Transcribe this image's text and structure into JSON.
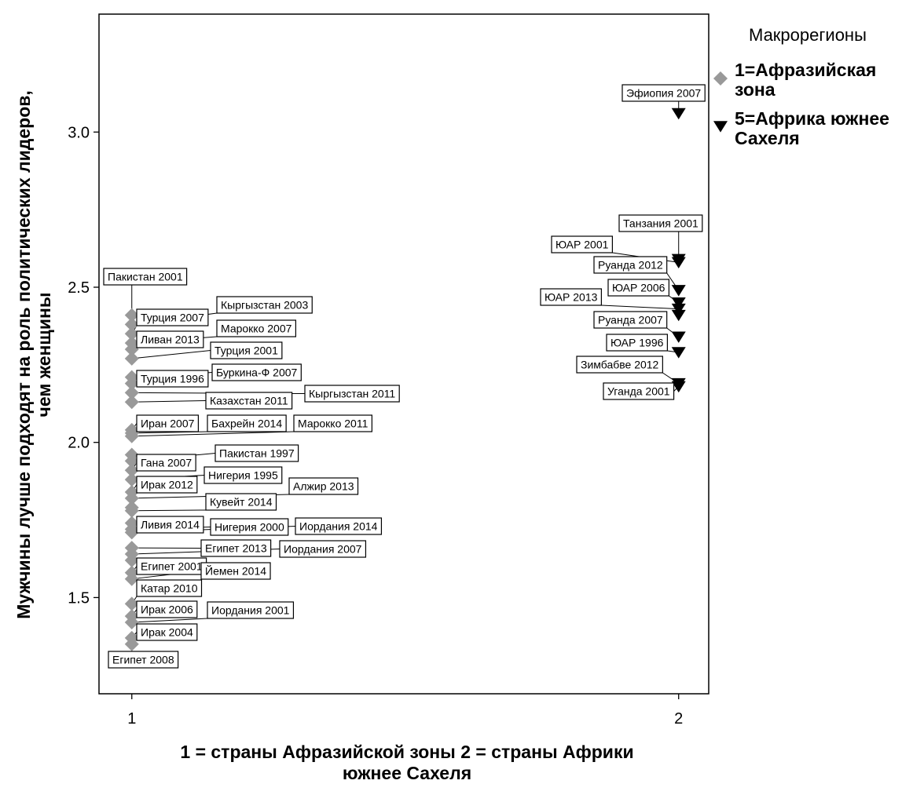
{
  "chart_data": {
    "type": "scatter",
    "xlabel": [
      "1 = страны Афразийской зоны   2 = страны Африки",
      "южнее Сахеля"
    ],
    "ylabel": [
      "Мужчины лучше подходят на роль политических лидеров,",
      "чем женщины"
    ],
    "x_ticks": [
      1,
      2
    ],
    "y_ticks": [
      "1.5",
      "2.0",
      "2.5",
      "3.0"
    ],
    "xlim": [
      0.94,
      2.055
    ],
    "ylim": [
      1.19,
      3.38
    ],
    "grid": false,
    "legend": {
      "title": "Макрорегионы",
      "placement": "right",
      "entries": [
        {
          "label": [
            "1=Афразийская",
            "зона"
          ],
          "marker": "diamond",
          "color": "#999999"
        },
        {
          "label": [
            "5=Африка южнее",
            "Сахеля"
          ],
          "marker": "triangle-down",
          "color": "#000000"
        }
      ]
    },
    "series": [
      {
        "name": "1=Афразийская зона",
        "marker": "diamond",
        "color": "#999999",
        "points": [
          {
            "x": 1,
            "y": 2.41,
            "label": "Пакистан 2001"
          },
          {
            "x": 1,
            "y": 2.38,
            "label": "Кыргызстан 2003"
          },
          {
            "x": 1,
            "y": 2.35,
            "label": "Турция 2007"
          },
          {
            "x": 1,
            "y": 2.32,
            "label": "Марокко 2007"
          },
          {
            "x": 1,
            "y": 2.3,
            "label": "Ливан 2013"
          },
          {
            "x": 1,
            "y": 2.27,
            "label": "Турция 2001"
          },
          {
            "x": 1,
            "y": 2.21,
            "label": "Буркина-Ф 2007"
          },
          {
            "x": 1,
            "y": 2.19,
            "label": "Турция 1996"
          },
          {
            "x": 1,
            "y": 2.16,
            "label": "Кыргызстан 2011"
          },
          {
            "x": 1,
            "y": 2.13,
            "label": "Казахстан 2011"
          },
          {
            "x": 1,
            "y": 2.04,
            "label": "Иран 2007"
          },
          {
            "x": 1,
            "y": 2.03,
            "label": "Бахрейн 2014"
          },
          {
            "x": 1,
            "y": 2.02,
            "label": "Марокко 2011"
          },
          {
            "x": 1,
            "y": 1.96,
            "label": ""
          },
          {
            "x": 1,
            "y": 1.94,
            "label": "Пакистан 1997"
          },
          {
            "x": 1,
            "y": 1.91,
            "label": "Гана 2007"
          },
          {
            "x": 1,
            "y": 1.88,
            "label": "Нигерия 1995"
          },
          {
            "x": 1,
            "y": 1.84,
            "label": "Ирак 2012"
          },
          {
            "x": 1,
            "y": 1.82,
            "label": "Алжир 2013"
          },
          {
            "x": 1,
            "y": 1.79,
            "label": ""
          },
          {
            "x": 1,
            "y": 1.78,
            "label": "Кувейт 2014"
          },
          {
            "x": 1,
            "y": 1.74,
            "label": "Ливия 2014"
          },
          {
            "x": 1,
            "y": 1.72,
            "label": "Нигерия 2000"
          },
          {
            "x": 1,
            "y": 1.71,
            "label": "Иордания 2014"
          },
          {
            "x": 1,
            "y": 1.66,
            "label": "Египет 2013"
          },
          {
            "x": 1,
            "y": 1.64,
            "label": "Иордания 2007"
          },
          {
            "x": 1,
            "y": 1.62,
            "label": ""
          },
          {
            "x": 1,
            "y": 1.58,
            "label": "Египет 2001"
          },
          {
            "x": 1,
            "y": 1.56,
            "label": "Йемен 2014"
          },
          {
            "x": 1,
            "y": 1.48,
            "label": "Катар 2010"
          },
          {
            "x": 1,
            "y": 1.44,
            "label": "Ирак 2006"
          },
          {
            "x": 1,
            "y": 1.42,
            "label": "Иордания 2001"
          },
          {
            "x": 1,
            "y": 1.37,
            "label": "Ирак 2004"
          },
          {
            "x": 1,
            "y": 1.35,
            "label": "Египет 2008"
          }
        ]
      },
      {
        "name": "5=Африка южнее Сахеля",
        "marker": "triangle-down",
        "color": "#000000",
        "points": [
          {
            "x": 2,
            "y": 3.06,
            "label": "Эфиопия 2007"
          },
          {
            "x": 2,
            "y": 2.59,
            "label": "Танзания 2001"
          },
          {
            "x": 2,
            "y": 2.58,
            "label": "ЮАР 2001"
          },
          {
            "x": 2,
            "y": 2.49,
            "label": "Руанда 2012"
          },
          {
            "x": 2,
            "y": 2.45,
            "label": "ЮАР 2006"
          },
          {
            "x": 2,
            "y": 2.43,
            "label": "ЮАР 2013"
          },
          {
            "x": 2,
            "y": 2.41,
            "label": ""
          },
          {
            "x": 2,
            "y": 2.34,
            "label": "Руанда 2007"
          },
          {
            "x": 2,
            "y": 2.29,
            "label": "ЮАР 1996"
          },
          {
            "x": 2,
            "y": 2.19,
            "label": "Зимбабве 2012"
          },
          {
            "x": 2,
            "y": 2.18,
            "label": "Уганда 2001"
          }
        ]
      }
    ]
  }
}
